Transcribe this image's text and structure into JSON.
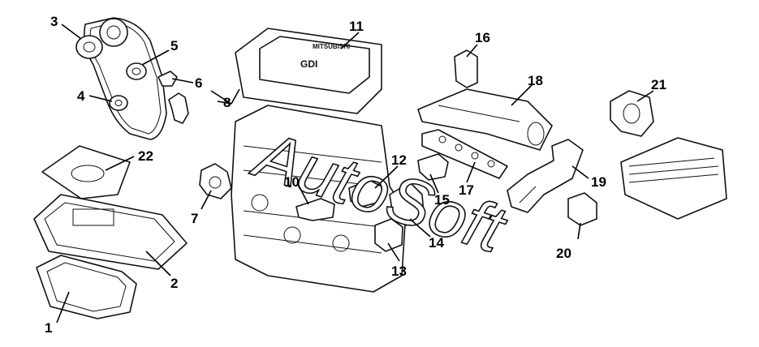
{
  "diagram": {
    "watermark": "AutoSoft",
    "engine_cover_text": "GDI",
    "engine_brand_text": "MITSUBISHI",
    "callouts": [
      {
        "id": "1",
        "label": "1"
      },
      {
        "id": "2",
        "label": "2"
      },
      {
        "id": "3",
        "label": "3"
      },
      {
        "id": "4",
        "label": "4"
      },
      {
        "id": "5",
        "label": "5"
      },
      {
        "id": "6",
        "label": "6"
      },
      {
        "id": "7",
        "label": "7"
      },
      {
        "id": "8",
        "label": "8"
      },
      {
        "id": "10",
        "label": "10"
      },
      {
        "id": "11",
        "label": "11"
      },
      {
        "id": "12",
        "label": "12"
      },
      {
        "id": "13",
        "label": "13"
      },
      {
        "id": "14",
        "label": "14"
      },
      {
        "id": "15",
        "label": "15"
      },
      {
        "id": "16",
        "label": "16"
      },
      {
        "id": "17",
        "label": "17"
      },
      {
        "id": "18",
        "label": "18"
      },
      {
        "id": "19",
        "label": "19"
      },
      {
        "id": "20",
        "label": "20"
      },
      {
        "id": "21",
        "label": "21"
      },
      {
        "id": "22",
        "label": "22"
      }
    ]
  }
}
